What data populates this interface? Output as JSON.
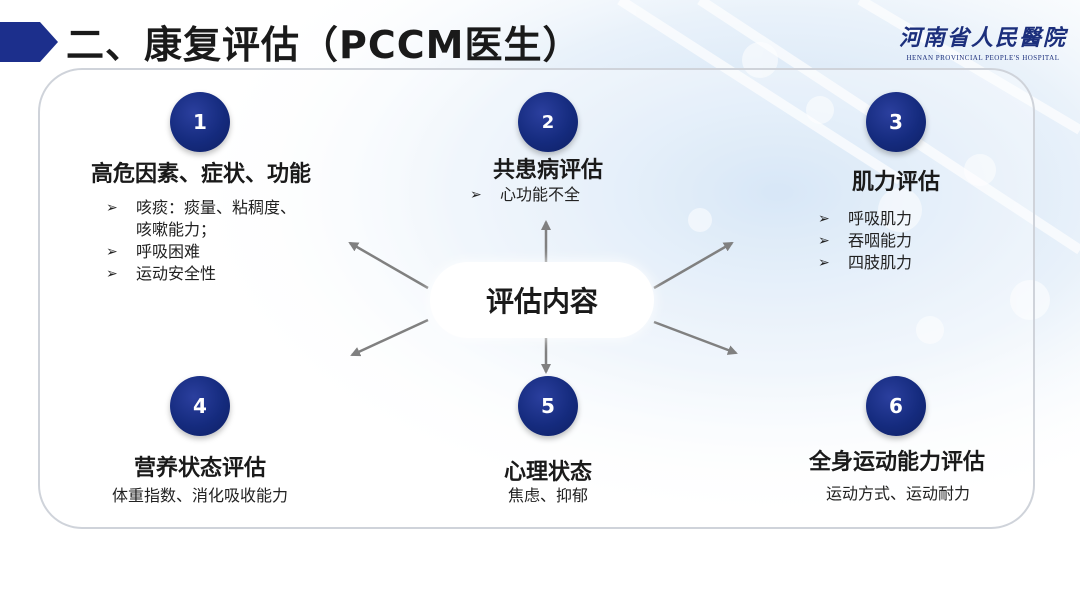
{
  "header": {
    "title": "二、康复评估（PCCM医生）",
    "logo_cn": "河南省人民醫院",
    "logo_en": "HENAN PROVINCIAL PEOPLE'S HOSPITAL"
  },
  "center": {
    "label": "评估内容"
  },
  "nodes": [
    {
      "number": "1",
      "title": "高危因素、症状、功能",
      "bullets": [
        "咳痰：痰量、粘稠度、",
        "咳嗽能力；",
        "呼吸困难",
        "运动安全性"
      ]
    },
    {
      "number": "2",
      "title": "共患病评估",
      "bullets": [
        "心功能不全"
      ]
    },
    {
      "number": "3",
      "title": "肌力评估",
      "bullets": [
        "呼吸肌力",
        "吞咽能力",
        "四肢肌力"
      ]
    },
    {
      "number": "4",
      "title": "营养状态评估",
      "subtitle": "体重指数、消化吸收能力"
    },
    {
      "number": "5",
      "title": "心理状态",
      "subtitle": "焦虑、抑郁"
    },
    {
      "number": "6",
      "title": "全身运动能力评估",
      "subtitle": "运动方式、运动耐力"
    }
  ],
  "bullet_marker": "➢",
  "colors": {
    "circle": "#152b7e",
    "title_arrow": "#1c2f8c",
    "logo": "#1c2f7c",
    "connector": "#808080"
  }
}
